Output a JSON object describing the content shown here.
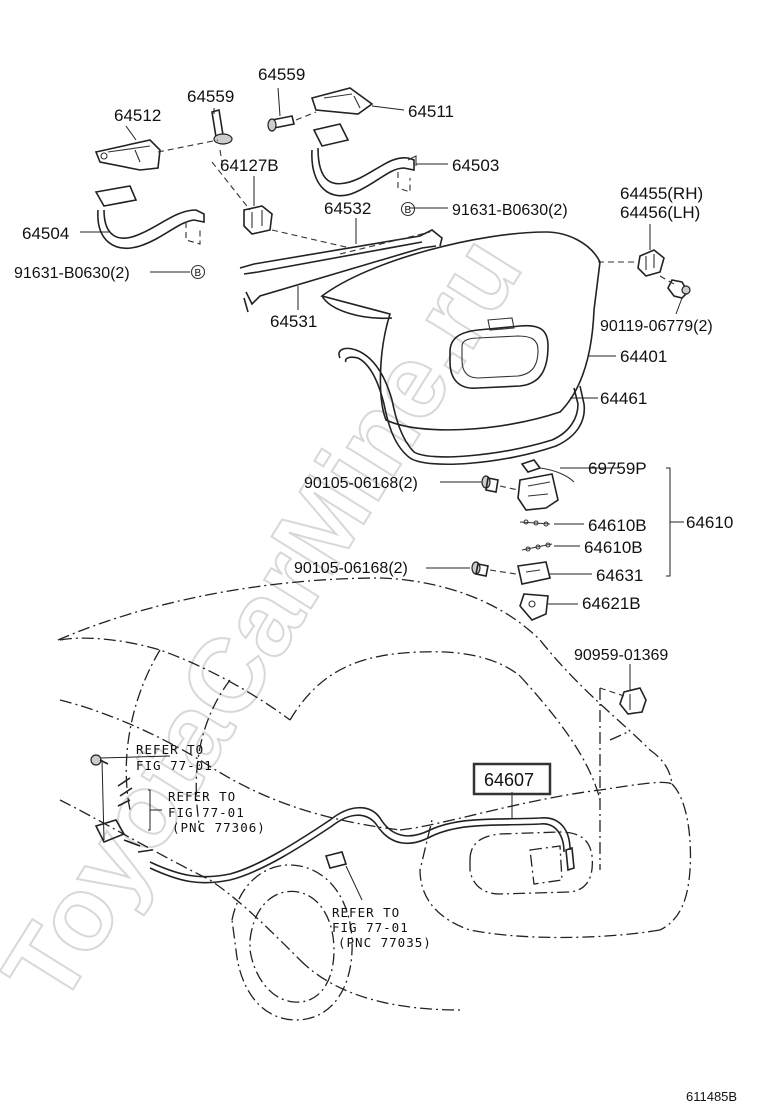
{
  "diagram_code": "611485B",
  "watermark": "ToyotaCarMine.ru",
  "highlighted_part": "64607",
  "parts": {
    "p64559a": "64559",
    "p64512": "64512",
    "p64559b": "64559",
    "p64511": "64511",
    "p64127B": "64127B",
    "p64503": "64503",
    "p64532": "64532",
    "p91631_b0630_r": "91631-B0630(2)",
    "p64504": "64504",
    "p91631_b0630_l": "91631-B0630(2)",
    "p64531": "64531",
    "p64455": "64455(RH)",
    "p64456": "64456(LH)",
    "p90119": "90119-06779(2)",
    "p64401": "64401",
    "p64461": "64461",
    "p90105a": "90105-06168(2)",
    "p69759P": "69759P",
    "p64610B_a": "64610B",
    "p64610": "64610",
    "p64610B_b": "64610B",
    "p90105b": "90105-06168(2)",
    "p64631": "64631",
    "p64621B": "64621B",
    "p90959": "90959-01369",
    "p64607": "64607"
  },
  "badge": "B",
  "refs": {
    "r1_line1": "REFER TO",
    "r1_line2": "FIG 77-01",
    "r2_line1": "REFER TO",
    "r2_line2": "FIG 77-01",
    "r2_line3": "(PNC 77306)",
    "r3_line1": "REFER TO",
    "r3_line2": "FIG 77-01",
    "r3_line3": "(PNC 77035)"
  }
}
